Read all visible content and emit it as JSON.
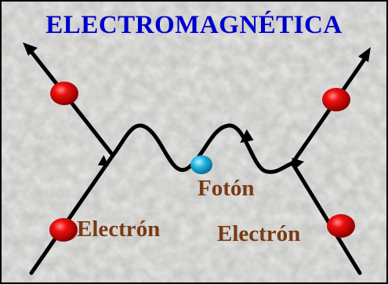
{
  "title": "ELECTROMAGNÉTICA",
  "labels": {
    "photon": "Fotón",
    "electron_left": "Electrón",
    "electron_right": "Electrón"
  },
  "colors": {
    "title": "#0000cc",
    "label": "#7a3a12",
    "electron": "#dd0000",
    "photon": "#1aa8d8",
    "line": "#000000"
  }
}
